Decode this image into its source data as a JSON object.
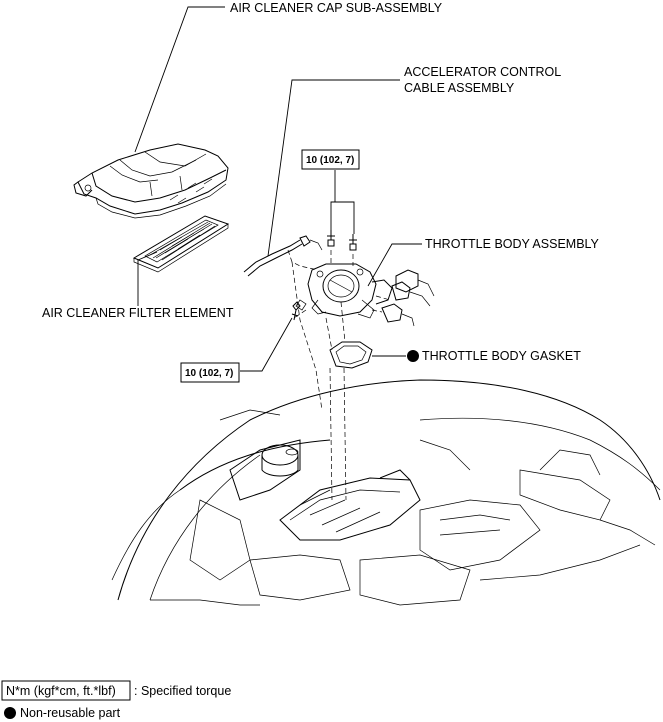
{
  "labels": {
    "air_cleaner_cap": "AIR CLEANER CAP SUB-ASSEMBLY",
    "accel_cable_line1": "ACCELERATOR CONTROL",
    "accel_cable_line2": "CABLE ASSEMBLY",
    "throttle_body": "THROTTLE BODY ASSEMBLY",
    "filter_element": "AIR CLEANER FILTER ELEMENT",
    "throttle_gasket": "THROTTLE BODY GASKET"
  },
  "torque": {
    "upper": "10 (102, 7)",
    "lower": "10 (102, 7)"
  },
  "legend": {
    "torque_unit": "N*m (kgf*cm, ft.*lbf)",
    "torque_desc": ": Specified torque",
    "nonreusable_desc": "Non-reusable part"
  }
}
